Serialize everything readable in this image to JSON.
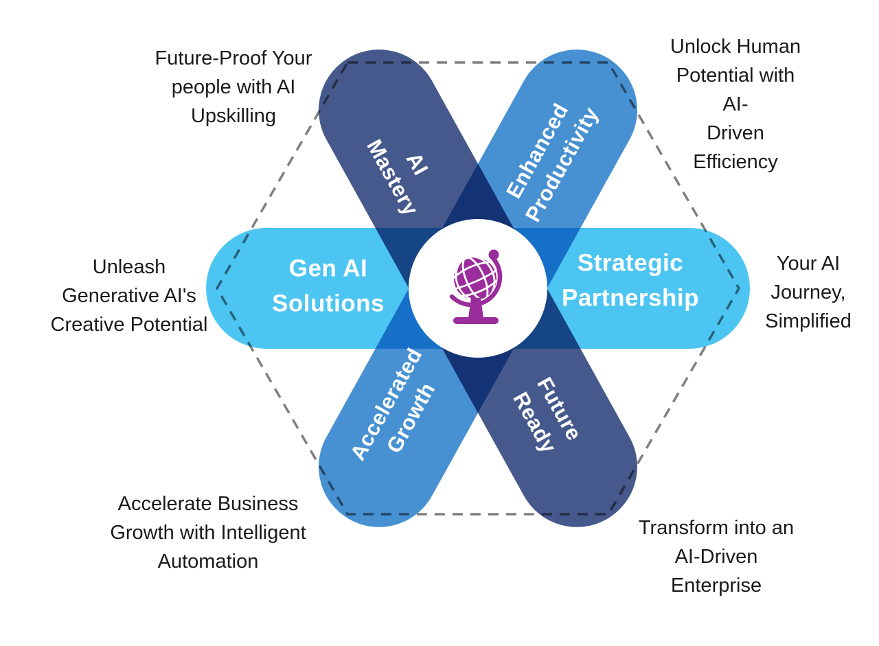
{
  "colors": {
    "arm_dark_slate": "#46598C",
    "arm_medium_blue": "#4791D3",
    "arm_light_blue": "#4DC5F2",
    "hexagon_dash_gray": "#7F7F7F",
    "globe_purple": "#9A2D9B",
    "center_circle_white": "#FFFFFF",
    "annotation_text": "#1A1A1A",
    "arm_label_text": "#FFFFFF"
  },
  "arms": {
    "ai_mastery": {
      "label": "AI\nMastery",
      "annotation": "Future-Proof Your\npeople with AI\nUpskilling"
    },
    "enhanced_productivity": {
      "label": "Enhanced\nProductivity",
      "annotation": "Unlock Human\nPotential with AI-\nDriven Efficiency"
    },
    "gen_ai_solutions": {
      "label": "Gen AI\nSolutions",
      "annotation": "Unleash\nGenerative AI's\nCreative Potential"
    },
    "strategic_partnership": {
      "label": "Strategic\nPartnership",
      "annotation": "Your AI\nJourney,\nSimplified"
    },
    "accelerated_growth": {
      "label": "Accelerated\nGrowth",
      "annotation": "Accelerate Business\nGrowth with Intelligent\nAutomation"
    },
    "future_ready": {
      "label": "Future\nReady",
      "annotation": "Transform into an\nAI-Driven\nEnterprise"
    }
  },
  "center": {
    "icon": "globe-icon"
  }
}
